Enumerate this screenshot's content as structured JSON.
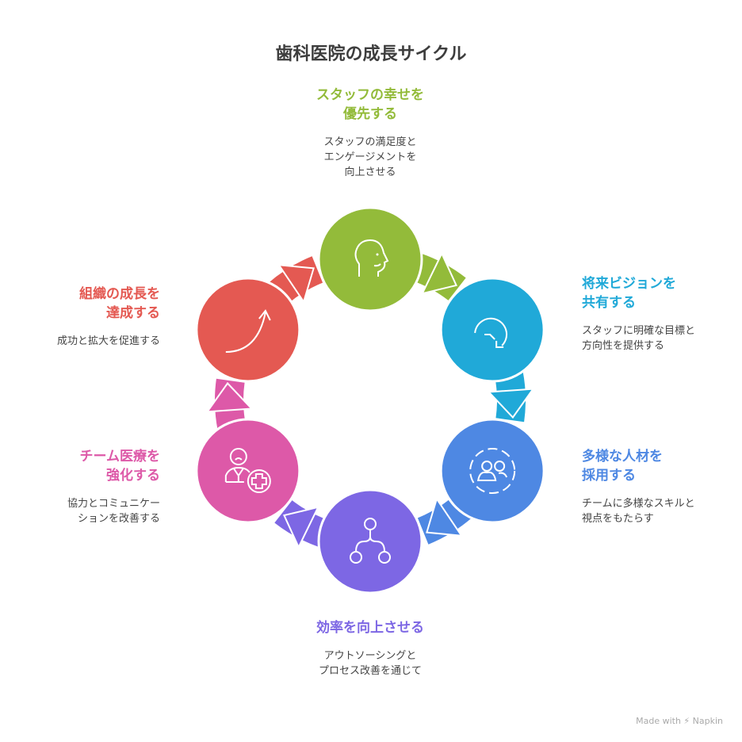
{
  "title": "歯科医院の成長サイクル",
  "steps": [
    {
      "title_lines": [
        "スタッフの幸せを",
        "優先する"
      ],
      "desc_lines": [
        "スタッフの満足度と",
        "エンゲージメントを",
        "向上させる"
      ],
      "color": "#93bb3a",
      "icon": "head-icon"
    },
    {
      "title_lines": [
        "将来ビジョンを",
        "共有する"
      ],
      "desc_lines": [
        "スタッフに明確な目標と",
        "方向性を提供する"
      ],
      "color": "#20a9d8",
      "icon": "rotate-arrow-icon"
    },
    {
      "title_lines": [
        "多様な人材を",
        "採用する"
      ],
      "desc_lines": [
        "チームに多様なスキルと",
        "視点をもたらす"
      ],
      "color": "#4e88e3",
      "icon": "team-circle-icon"
    },
    {
      "title_lines": [
        "効率を向上させる"
      ],
      "desc_lines": [
        "アウトソーシングと",
        "プロセス改善を通じて"
      ],
      "color": "#7d67e4",
      "icon": "hierarchy-icon"
    },
    {
      "title_lines": [
        "チーム医療を",
        "強化する"
      ],
      "desc_lines": [
        "協力とコミュニケー",
        "ションを改善する"
      ],
      "color": "#dd59a8",
      "icon": "medical-staff-icon"
    },
    {
      "title_lines": [
        "組織の成長を",
        "達成する"
      ],
      "desc_lines": [
        "成功と拡大を促進する"
      ],
      "color": "#e45952",
      "icon": "growth-arrow-icon"
    }
  ],
  "footer": "Made with ⚡ Napkin"
}
